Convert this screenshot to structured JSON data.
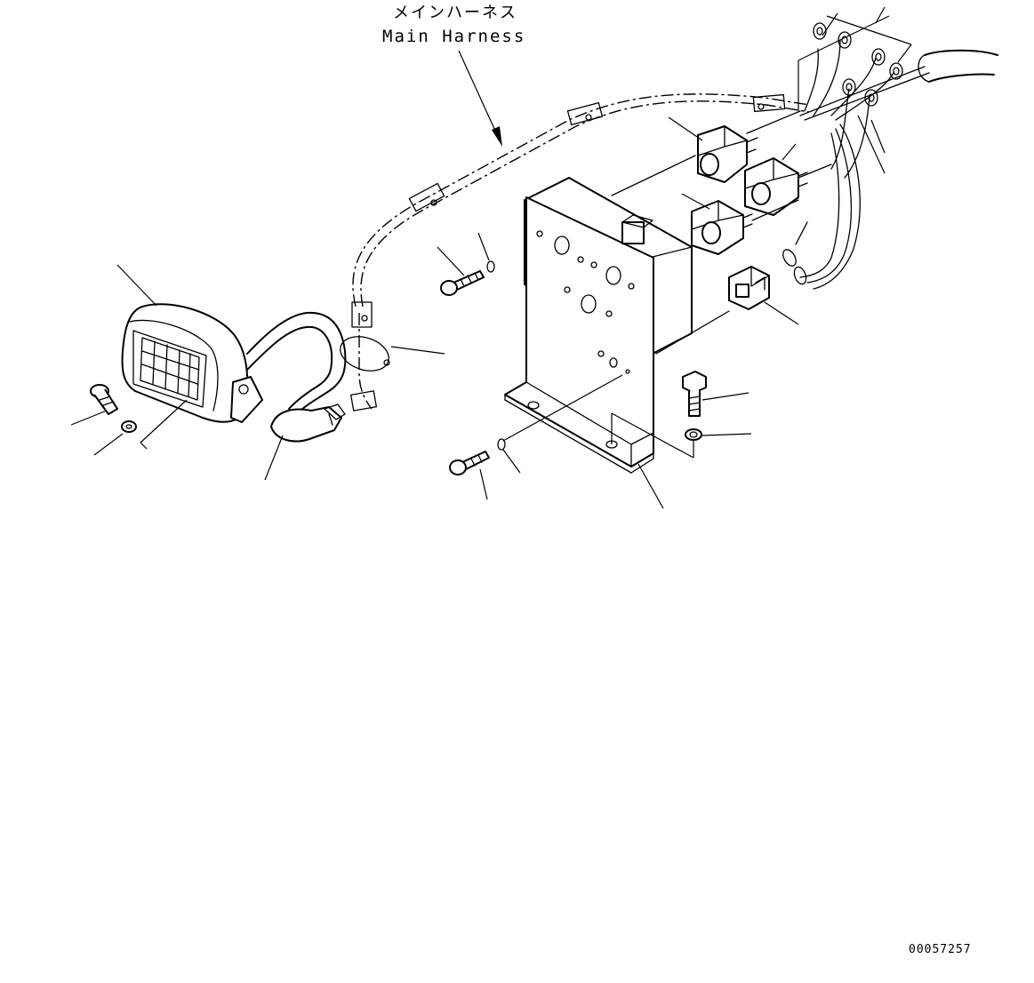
{
  "labels": {
    "main_harness_jp": "メインハーネス",
    "main_harness_en": "Main Harness",
    "drawing_id": "00057257"
  },
  "colors": {
    "line": "#000000",
    "background": "#ffffff"
  }
}
